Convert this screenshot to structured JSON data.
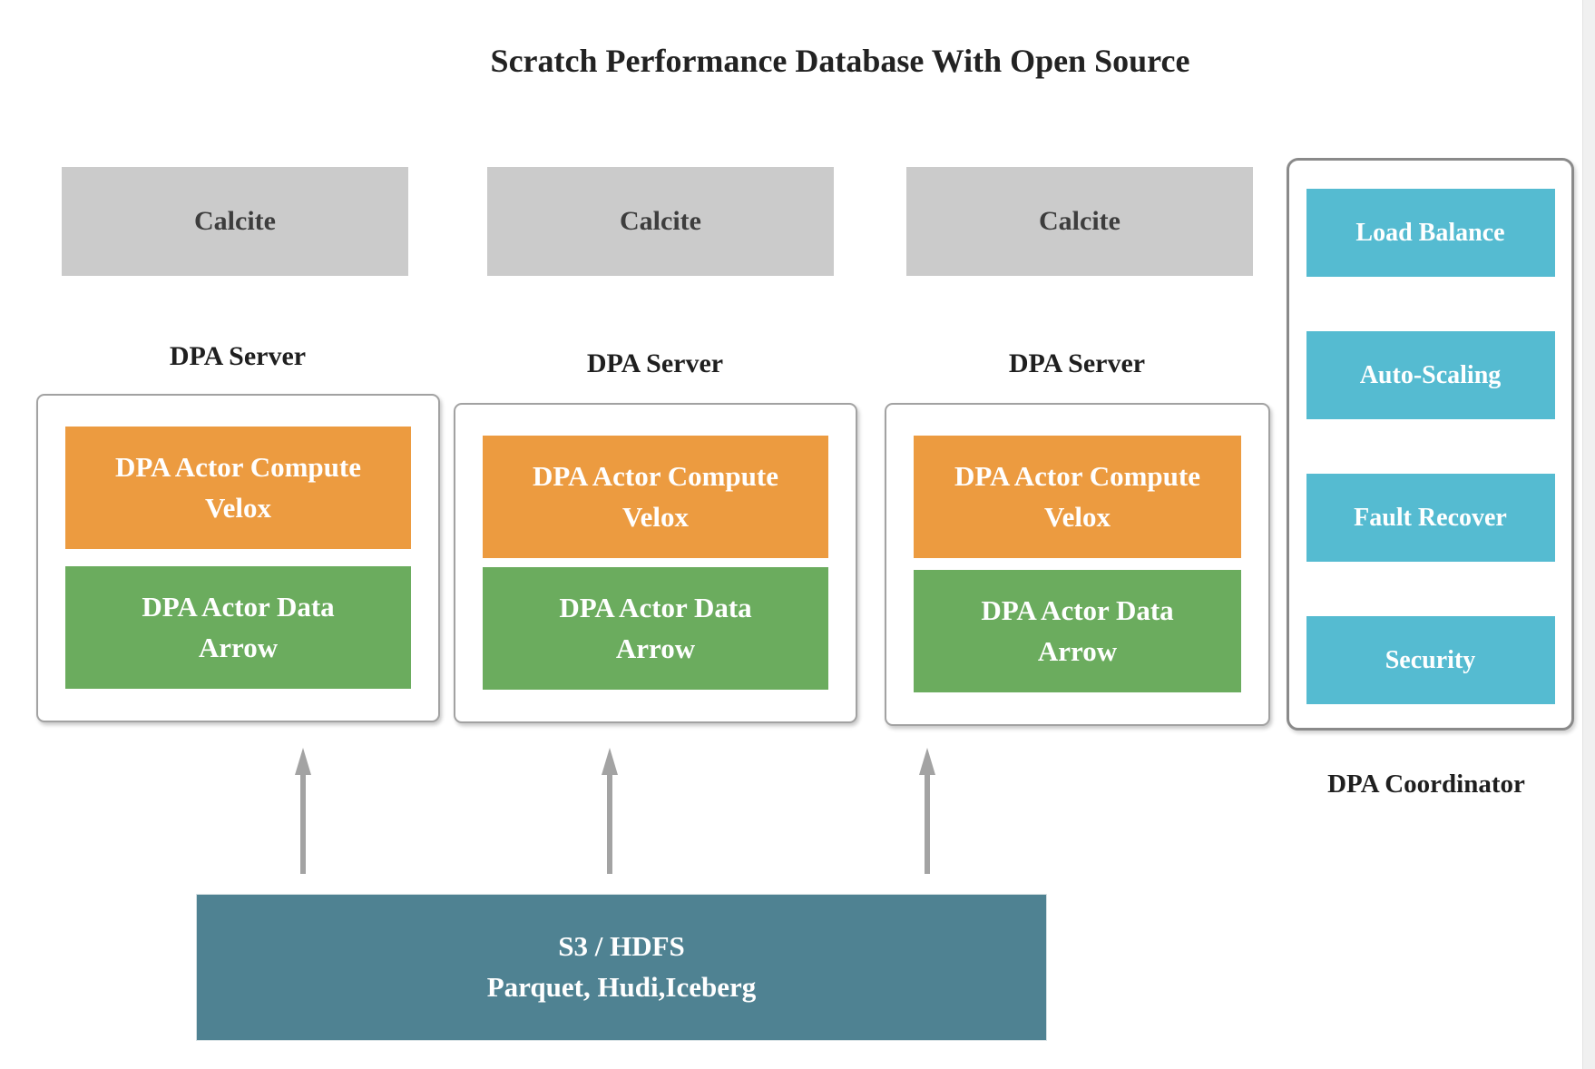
{
  "title": "Scratch Performance Database With Open Source",
  "colors": {
    "calcite_gray": "#cbcbcb",
    "compute_orange": "#EC9B40",
    "data_green": "#6BAC5E",
    "coordinator_blue": "#55BBD1",
    "storage_teal": "#4F8292",
    "arrow_gray": "#a3a3a3"
  },
  "servers": [
    {
      "calcite": "Calcite",
      "server_label": "DPA Server",
      "compute_line1": "DPA Actor Compute",
      "compute_line2": "Velox",
      "data_line1": "DPA Actor Data",
      "data_line2": "Arrow"
    },
    {
      "calcite": "Calcite",
      "server_label": "DPA Server",
      "compute_line1": "DPA Actor Compute",
      "compute_line2": "Velox",
      "data_line1": "DPA Actor Data",
      "data_line2": "Arrow"
    },
    {
      "calcite": "Calcite",
      "server_label": "DPA Server",
      "compute_line1": "DPA Actor Compute",
      "compute_line2": "Velox",
      "data_line1": "DPA Actor Data",
      "data_line2": "Arrow"
    }
  ],
  "coordinator": {
    "label": "DPA Coordinator",
    "items": [
      "Load Balance",
      "Auto-Scaling",
      "Fault Recover",
      "Security"
    ]
  },
  "storage": {
    "line1": "S3 / HDFS",
    "line2": "Parquet, Hudi,Iceberg"
  }
}
